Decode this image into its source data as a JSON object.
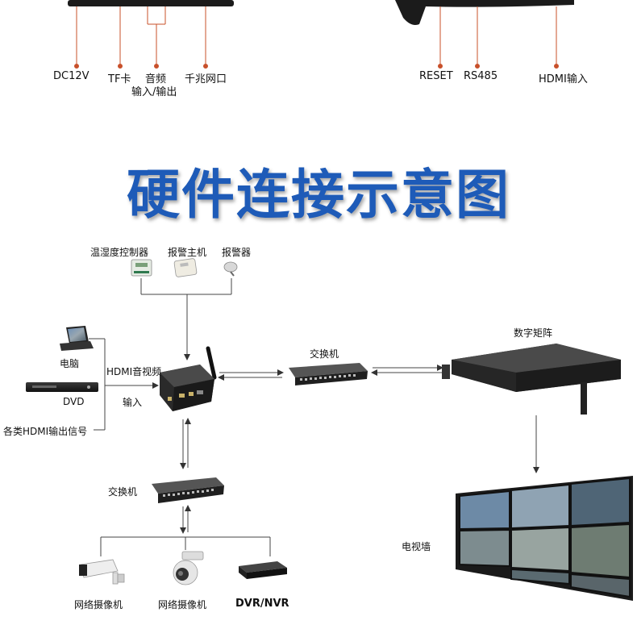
{
  "ports_left": [
    "DC12V",
    "TF卡",
    "音频",
    "输入/输出",
    "千兆网口"
  ],
  "ports_right": [
    "RESET",
    "RS485",
    "HDMI输入"
  ],
  "title": "硬件连接示意图",
  "devices": {
    "temp_controller": "温湿度控制器",
    "alarm_host": "报警主机",
    "alarm": "报警器",
    "computer": "电脑",
    "dvd": "DVD",
    "hdmi_sources": "各类HDMI输出信号",
    "hdmi_av": "HDMI音视频",
    "input": "输入",
    "switch_top": "交换机",
    "matrix": "数字矩阵",
    "switch_bottom": "交换机",
    "video_wall": "电视墙",
    "camera1": "网络摄像机",
    "camera2": "网络摄像机",
    "dvr": "DVR/NVR"
  }
}
